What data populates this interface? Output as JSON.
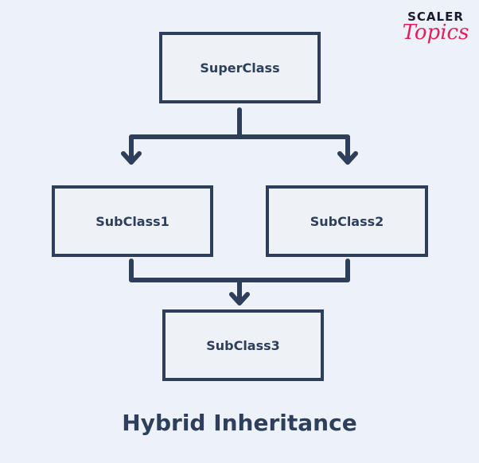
{
  "nodes": {
    "superclass": "SuperClass",
    "subclass1": "SubClass1",
    "subclass2": "SubClass2",
    "subclass3": "SubClass3"
  },
  "title": "Hybrid Inheritance",
  "logo": {
    "line1": "SCALER",
    "line2": "Topics"
  },
  "colors": {
    "stroke": "#2e3f5c",
    "background": "#edf1f8",
    "brand": "#e0205e"
  }
}
